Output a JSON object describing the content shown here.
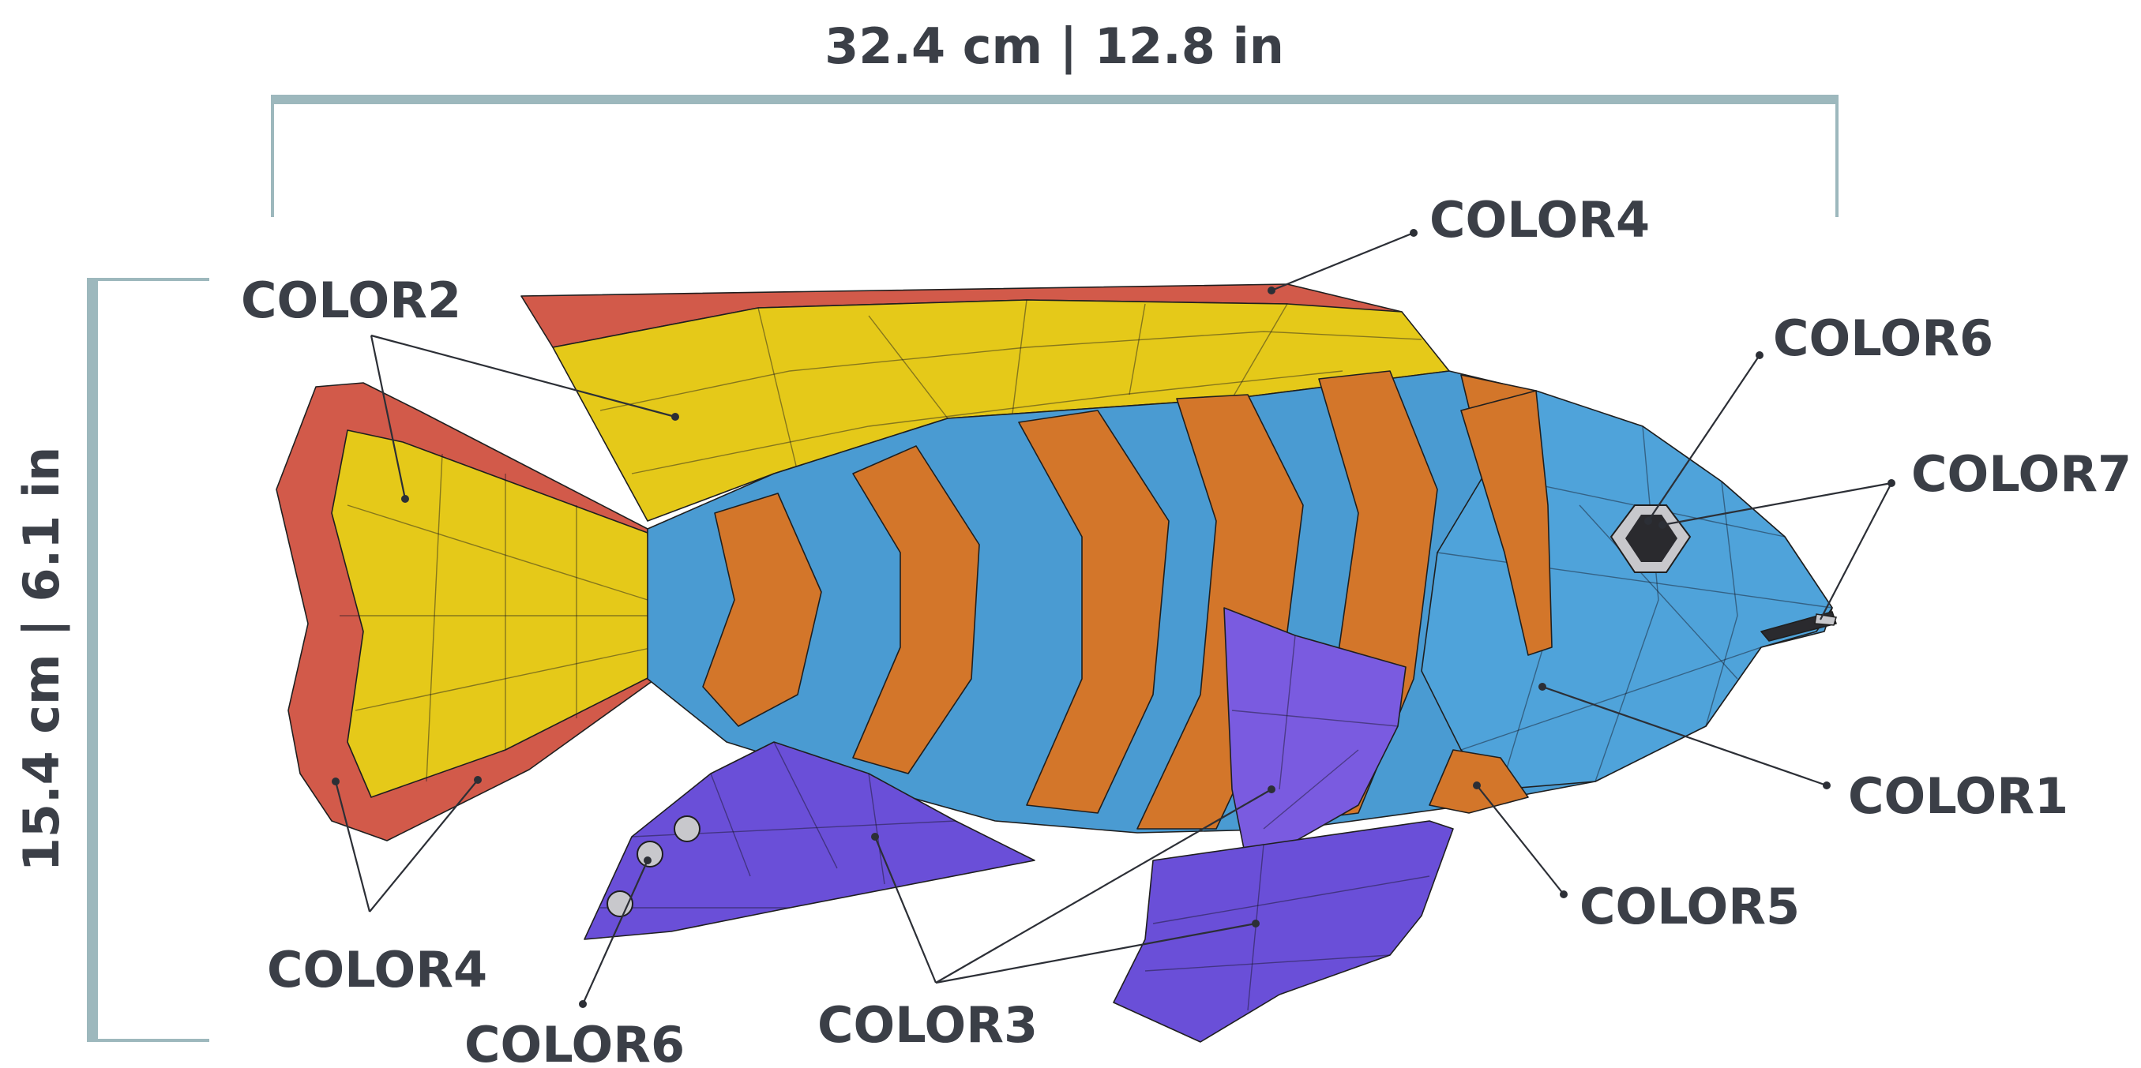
{
  "dimensions": {
    "width_label": "32.4 cm | 12.8 in",
    "height_label": "15.4 cm | 6.1 in"
  },
  "colors": {
    "color1_blue": "#4a9bd2",
    "color2_yellow": "#e5c919",
    "color3_purple": "#6a4fd8",
    "color4_red": "#d25a4a",
    "color5_orange": "#d3762a",
    "color6_eye": "#2a2a2e",
    "color7_gray": "#c8c8cc",
    "dimension_bar": "#9db8bd"
  },
  "callouts": {
    "top_dorsal": "COLOR4",
    "tail_inner": "COLOR2",
    "eye": "COLOR6",
    "mouth": "COLOR7",
    "head": "COLOR1",
    "belly_stripe": "COLOR5",
    "tail_edge": "COLOR4",
    "anal_spots": "COLOR6",
    "fins": "COLOR3"
  }
}
